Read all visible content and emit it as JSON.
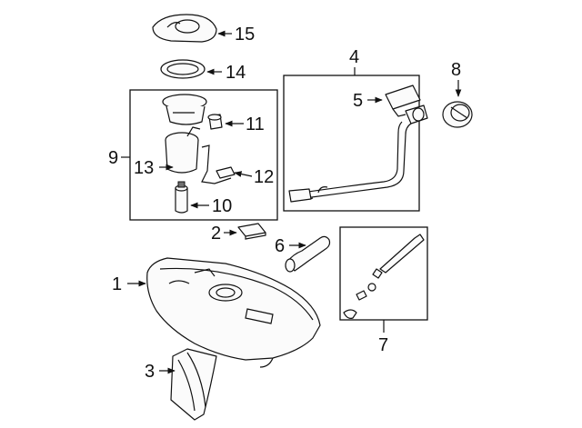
{
  "callouts": {
    "c1": "1",
    "c2": "2",
    "c3": "3",
    "c4": "4",
    "c5": "5",
    "c6": "6",
    "c7": "7",
    "c8": "8",
    "c9": "9",
    "c10": "10",
    "c11": "11",
    "c12": "12",
    "c13": "13",
    "c14": "14",
    "c15": "15"
  },
  "colors": {
    "line": "#111111",
    "part_fill": "#fbfbfb",
    "shade": "#6f6f6f",
    "background": "#ffffff"
  }
}
